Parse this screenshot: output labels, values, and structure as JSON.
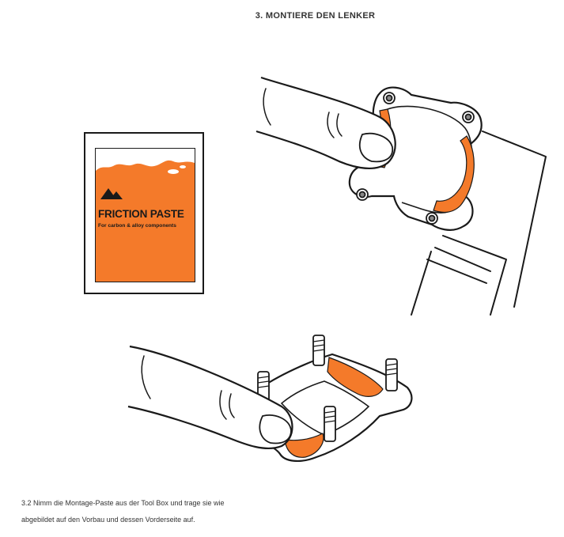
{
  "page": {
    "title": "3. MONTIERE DEN LENKER"
  },
  "packet": {
    "title": "FRICTION PASTE",
    "subtitle": "For carbon & alloy components",
    "color": "#f47a2a",
    "icon": "mountain-logo-icon"
  },
  "caption": {
    "line1": "3.2 Nimm die Montage-Paste aus der Tool Box und trage sie wie",
    "line2": "abgebildet auf den Vorbau und dessen Vorderseite auf."
  },
  "colors": {
    "paste": "#f47a2a",
    "line": "#1a1a1a"
  }
}
